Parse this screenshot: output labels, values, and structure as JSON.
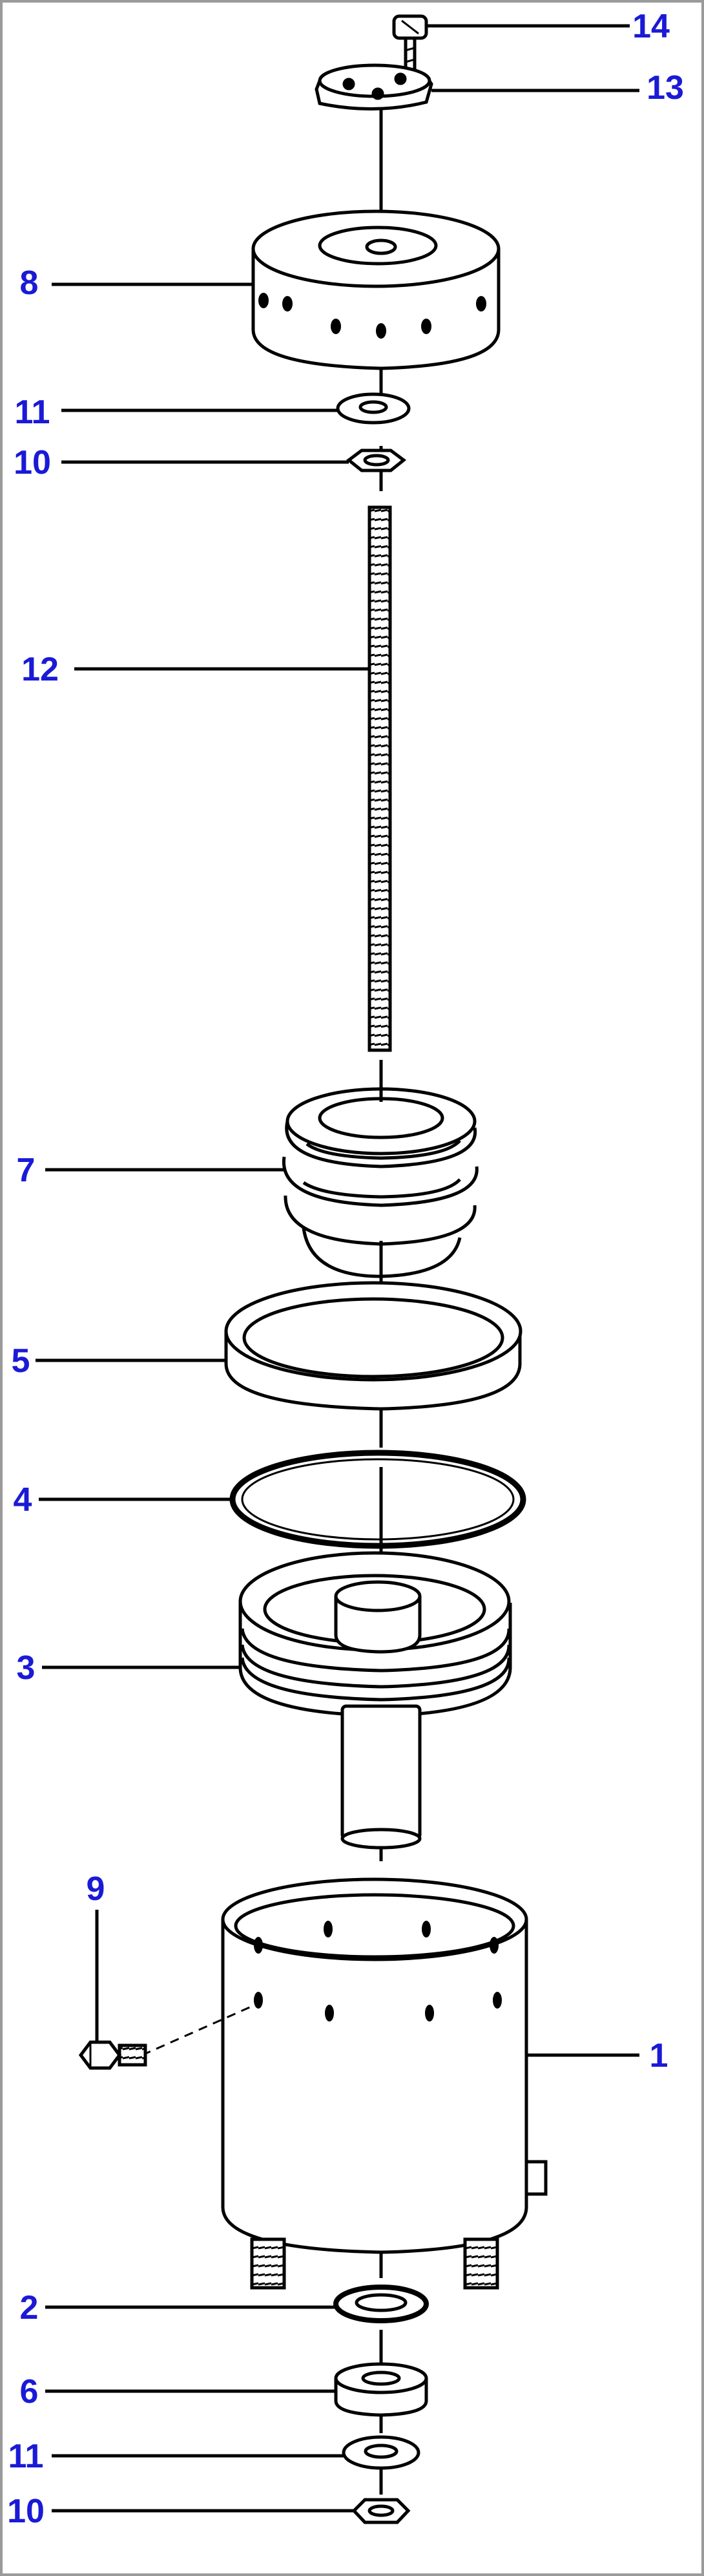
{
  "diagram": {
    "callouts": [
      {
        "id": "c14",
        "label": "14"
      },
      {
        "id": "c13",
        "label": "13"
      },
      {
        "id": "c8",
        "label": "8"
      },
      {
        "id": "c11a",
        "label": "11"
      },
      {
        "id": "c10a",
        "label": "10"
      },
      {
        "id": "c12",
        "label": "12"
      },
      {
        "id": "c7",
        "label": "7"
      },
      {
        "id": "c5",
        "label": "5"
      },
      {
        "id": "c4",
        "label": "4"
      },
      {
        "id": "c3",
        "label": "3"
      },
      {
        "id": "c9",
        "label": "9"
      },
      {
        "id": "c1",
        "label": "1"
      },
      {
        "id": "c2",
        "label": "2"
      },
      {
        "id": "c6",
        "label": "6"
      },
      {
        "id": "c11b",
        "label": "11"
      },
      {
        "id": "c10b",
        "label": "10"
      }
    ],
    "colors": {
      "label": "#1a1ad6",
      "line": "#000000",
      "border": "#9a9a9a",
      "background": "#ffffff"
    }
  }
}
